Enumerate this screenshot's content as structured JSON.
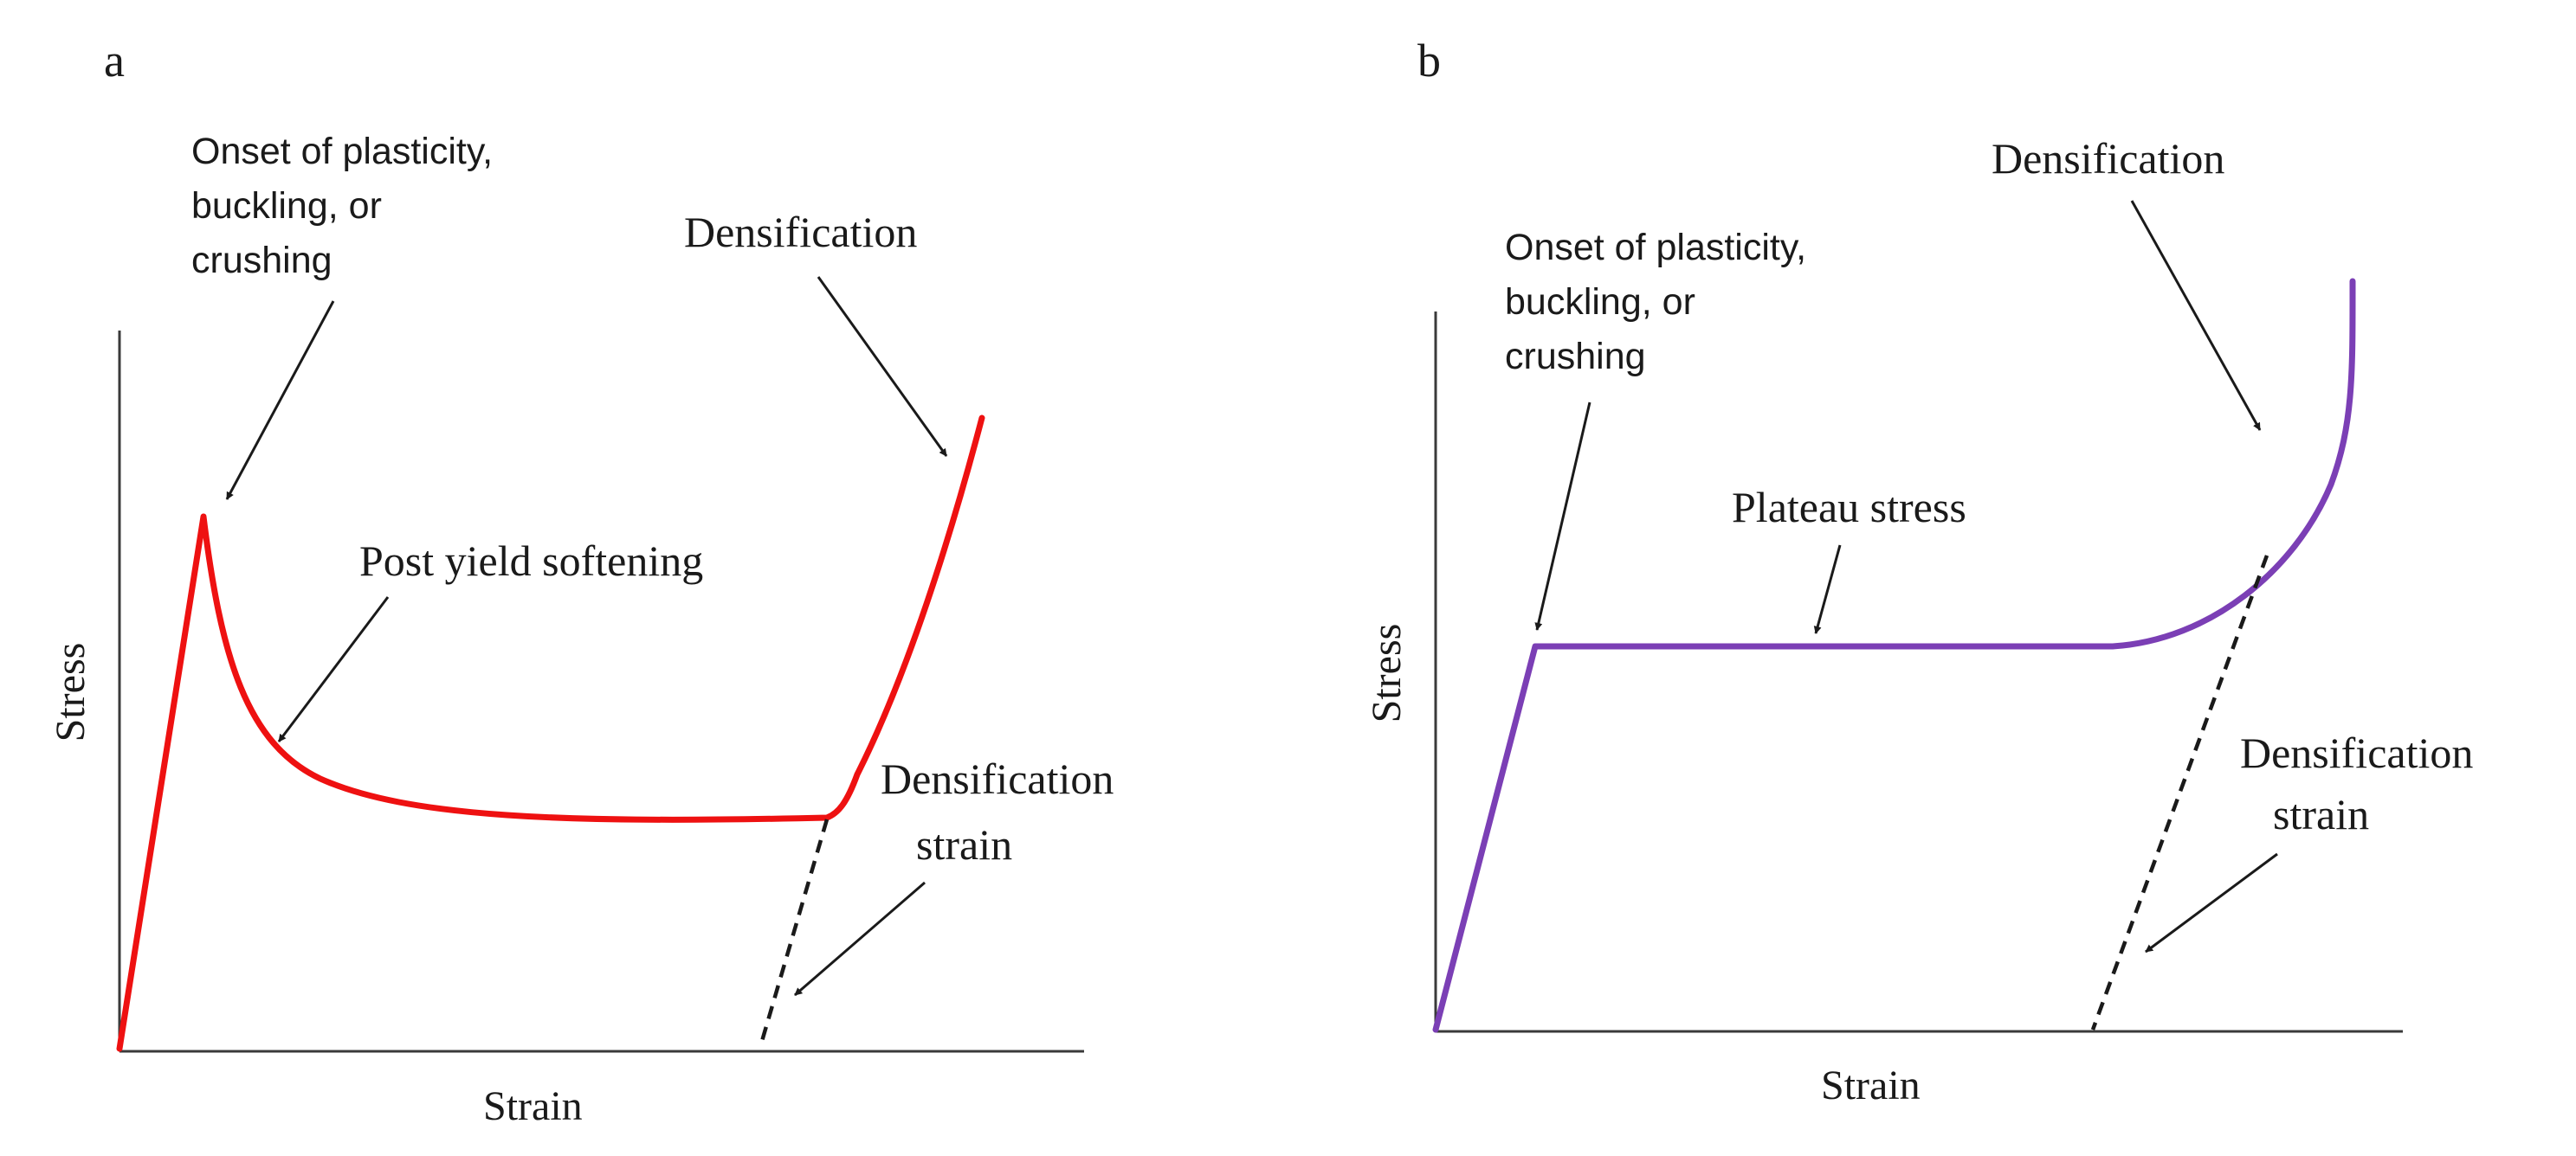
{
  "panel_a": {
    "letter": "a",
    "x_label": "Strain",
    "y_label": "Stress",
    "onset_label": [
      "Onset of plasticity,",
      "buckling, or",
      "crushing"
    ],
    "softening_label": "Post yield softening",
    "densification_label": "Densification",
    "densification_strain_label": [
      "Densification",
      "strain"
    ],
    "curve_color": "#ee1111"
  },
  "panel_b": {
    "letter": "b",
    "x_label": "Strain",
    "y_label": "Stress",
    "onset_label": [
      "Onset of plasticity,",
      "buckling, or",
      "crushing"
    ],
    "plateau_label": "Plateau stress",
    "densification_label": "Densification",
    "densification_strain_label": [
      "Densification",
      "strain"
    ],
    "curve_color": "#7b3fb5"
  }
}
